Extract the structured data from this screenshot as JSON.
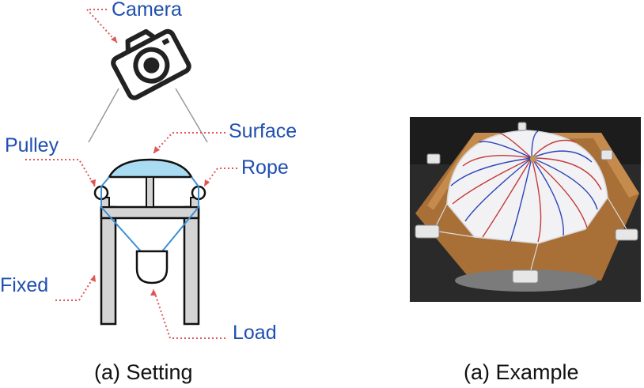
{
  "labels": {
    "camera": "Camera",
    "pulley": "Pulley",
    "surface": "Surface",
    "rope": "Rope",
    "fixed": "Fixed",
    "load": "Load"
  },
  "captions": {
    "left": "(a) Setting",
    "right": "(a) Example"
  },
  "colors": {
    "label_text": "#1f4fb0",
    "leader_line": "#e05555",
    "rope": "#3a8fd8",
    "surface_fill": "#a9dcf2",
    "frame_fill": "#d4d4d4"
  },
  "icons": {
    "camera": "camera-icon"
  }
}
